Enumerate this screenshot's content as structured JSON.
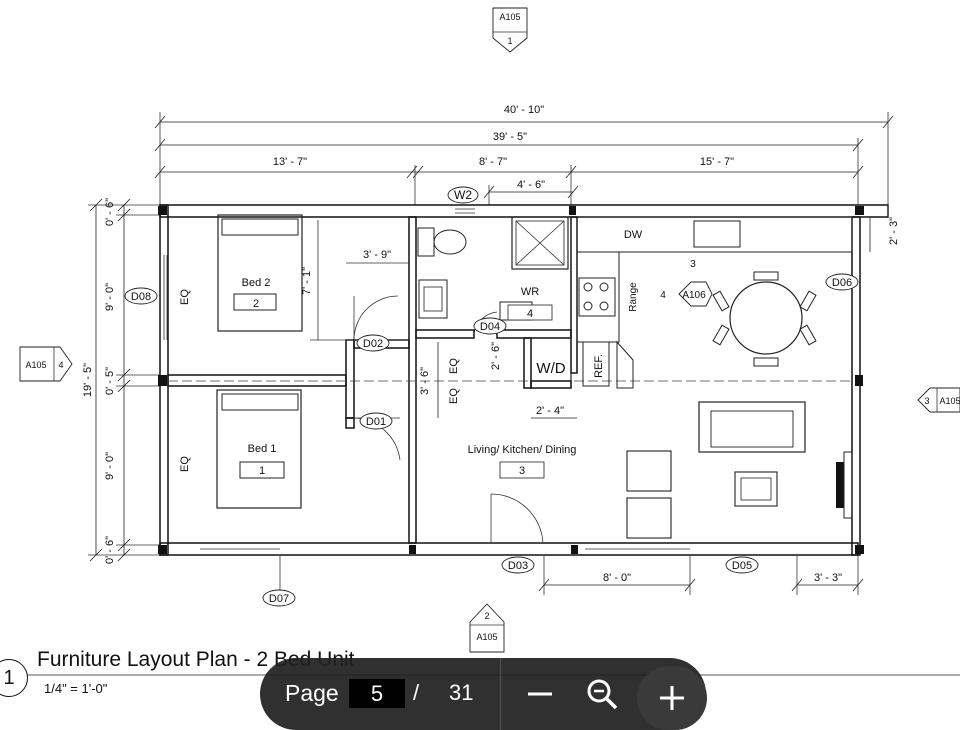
{
  "drawing": {
    "title": "Furniture Layout Plan - 2 Bed Unit",
    "scale": "1/4\" = 1'-0\"",
    "view_number": "1",
    "rooms": {
      "bed2": {
        "name": "Bed 2",
        "tag": "2"
      },
      "bed1": {
        "name": "Bed 1",
        "tag": "1"
      },
      "wr": {
        "name": "WR",
        "tag": "4"
      },
      "living": {
        "name": "Living/ Kitchen/ Dining",
        "tag": "3"
      }
    },
    "doors": {
      "d01": "D01",
      "d02": "D02",
      "d03": "D03",
      "d04": "D04",
      "d05": "D05",
      "d06": "D06",
      "d07": "D07",
      "d08": "D08"
    },
    "window": "W2",
    "labels": {
      "dw": "DW",
      "range": "Range",
      "ref": "REF.",
      "wd": "W/D",
      "eq": "EQ"
    },
    "dimensions": {
      "overall": "40' - 10\"",
      "inner": "39' - 5\"",
      "seg1": "13' - 7\"",
      "seg2": "8' - 7\"",
      "seg3": "15' - 7\"",
      "wr_width": "4' - 6\"",
      "closet": "3' - 9\"",
      "closet_depth": "7' - 1\"",
      "hall": "3' - 6\"",
      "wd_depth": "2' - 6\"",
      "wd_width": "2' - 4\"",
      "counter": "2' - 3\"",
      "opening": "8' - 0\"",
      "end": "3' - 3\"",
      "left_top": "0' - 6\"",
      "left_bed2": "9' - 0\"",
      "left_mid": "0' - 5\"",
      "left_bed1": "9' - 0\"",
      "left_bot": "0' - 6\"",
      "left_total": "19' - 5\""
    },
    "section_marks": {
      "top": {
        "sheet": "A105",
        "num": "1"
      },
      "left": {
        "sheet": "A105",
        "num": "4"
      },
      "bottom": {
        "sheet": "A105",
        "num": "2"
      },
      "right": {
        "sheet": "A105",
        "num": "3"
      },
      "kitchen": {
        "sheet": "A106",
        "num_top": "3",
        "num_left": "4"
      }
    }
  },
  "pager": {
    "label": "Page",
    "current": "5",
    "separator": "/",
    "total": "31"
  },
  "icons": {
    "zoom_out": "minus-icon",
    "zoom_reset": "magnifier-minus-icon",
    "zoom_in": "plus-icon"
  }
}
